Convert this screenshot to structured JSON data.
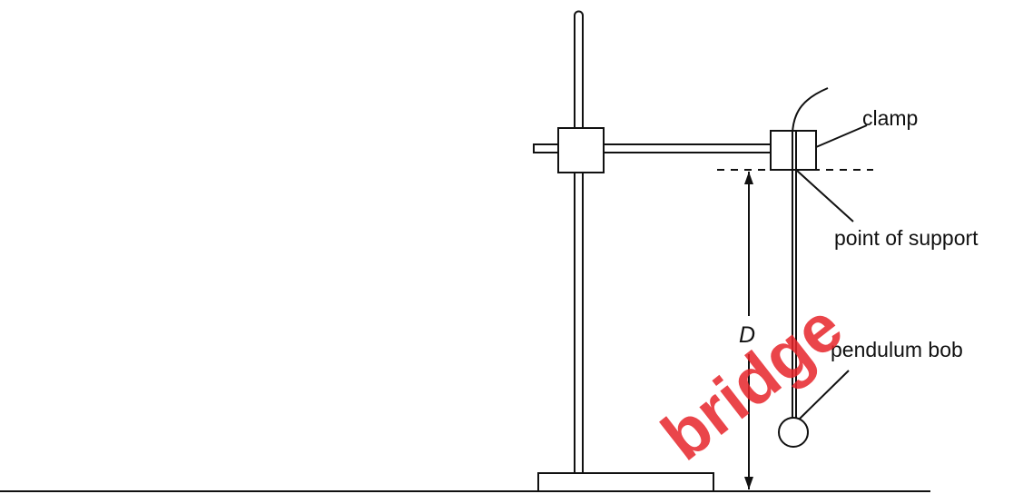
{
  "labels": {
    "clamp": "clamp",
    "point_of_support": "point of support",
    "pendulum_bob": "pendulum bob",
    "distance": "D"
  },
  "watermark": {
    "text": "bridge",
    "color": "#e6252a"
  }
}
